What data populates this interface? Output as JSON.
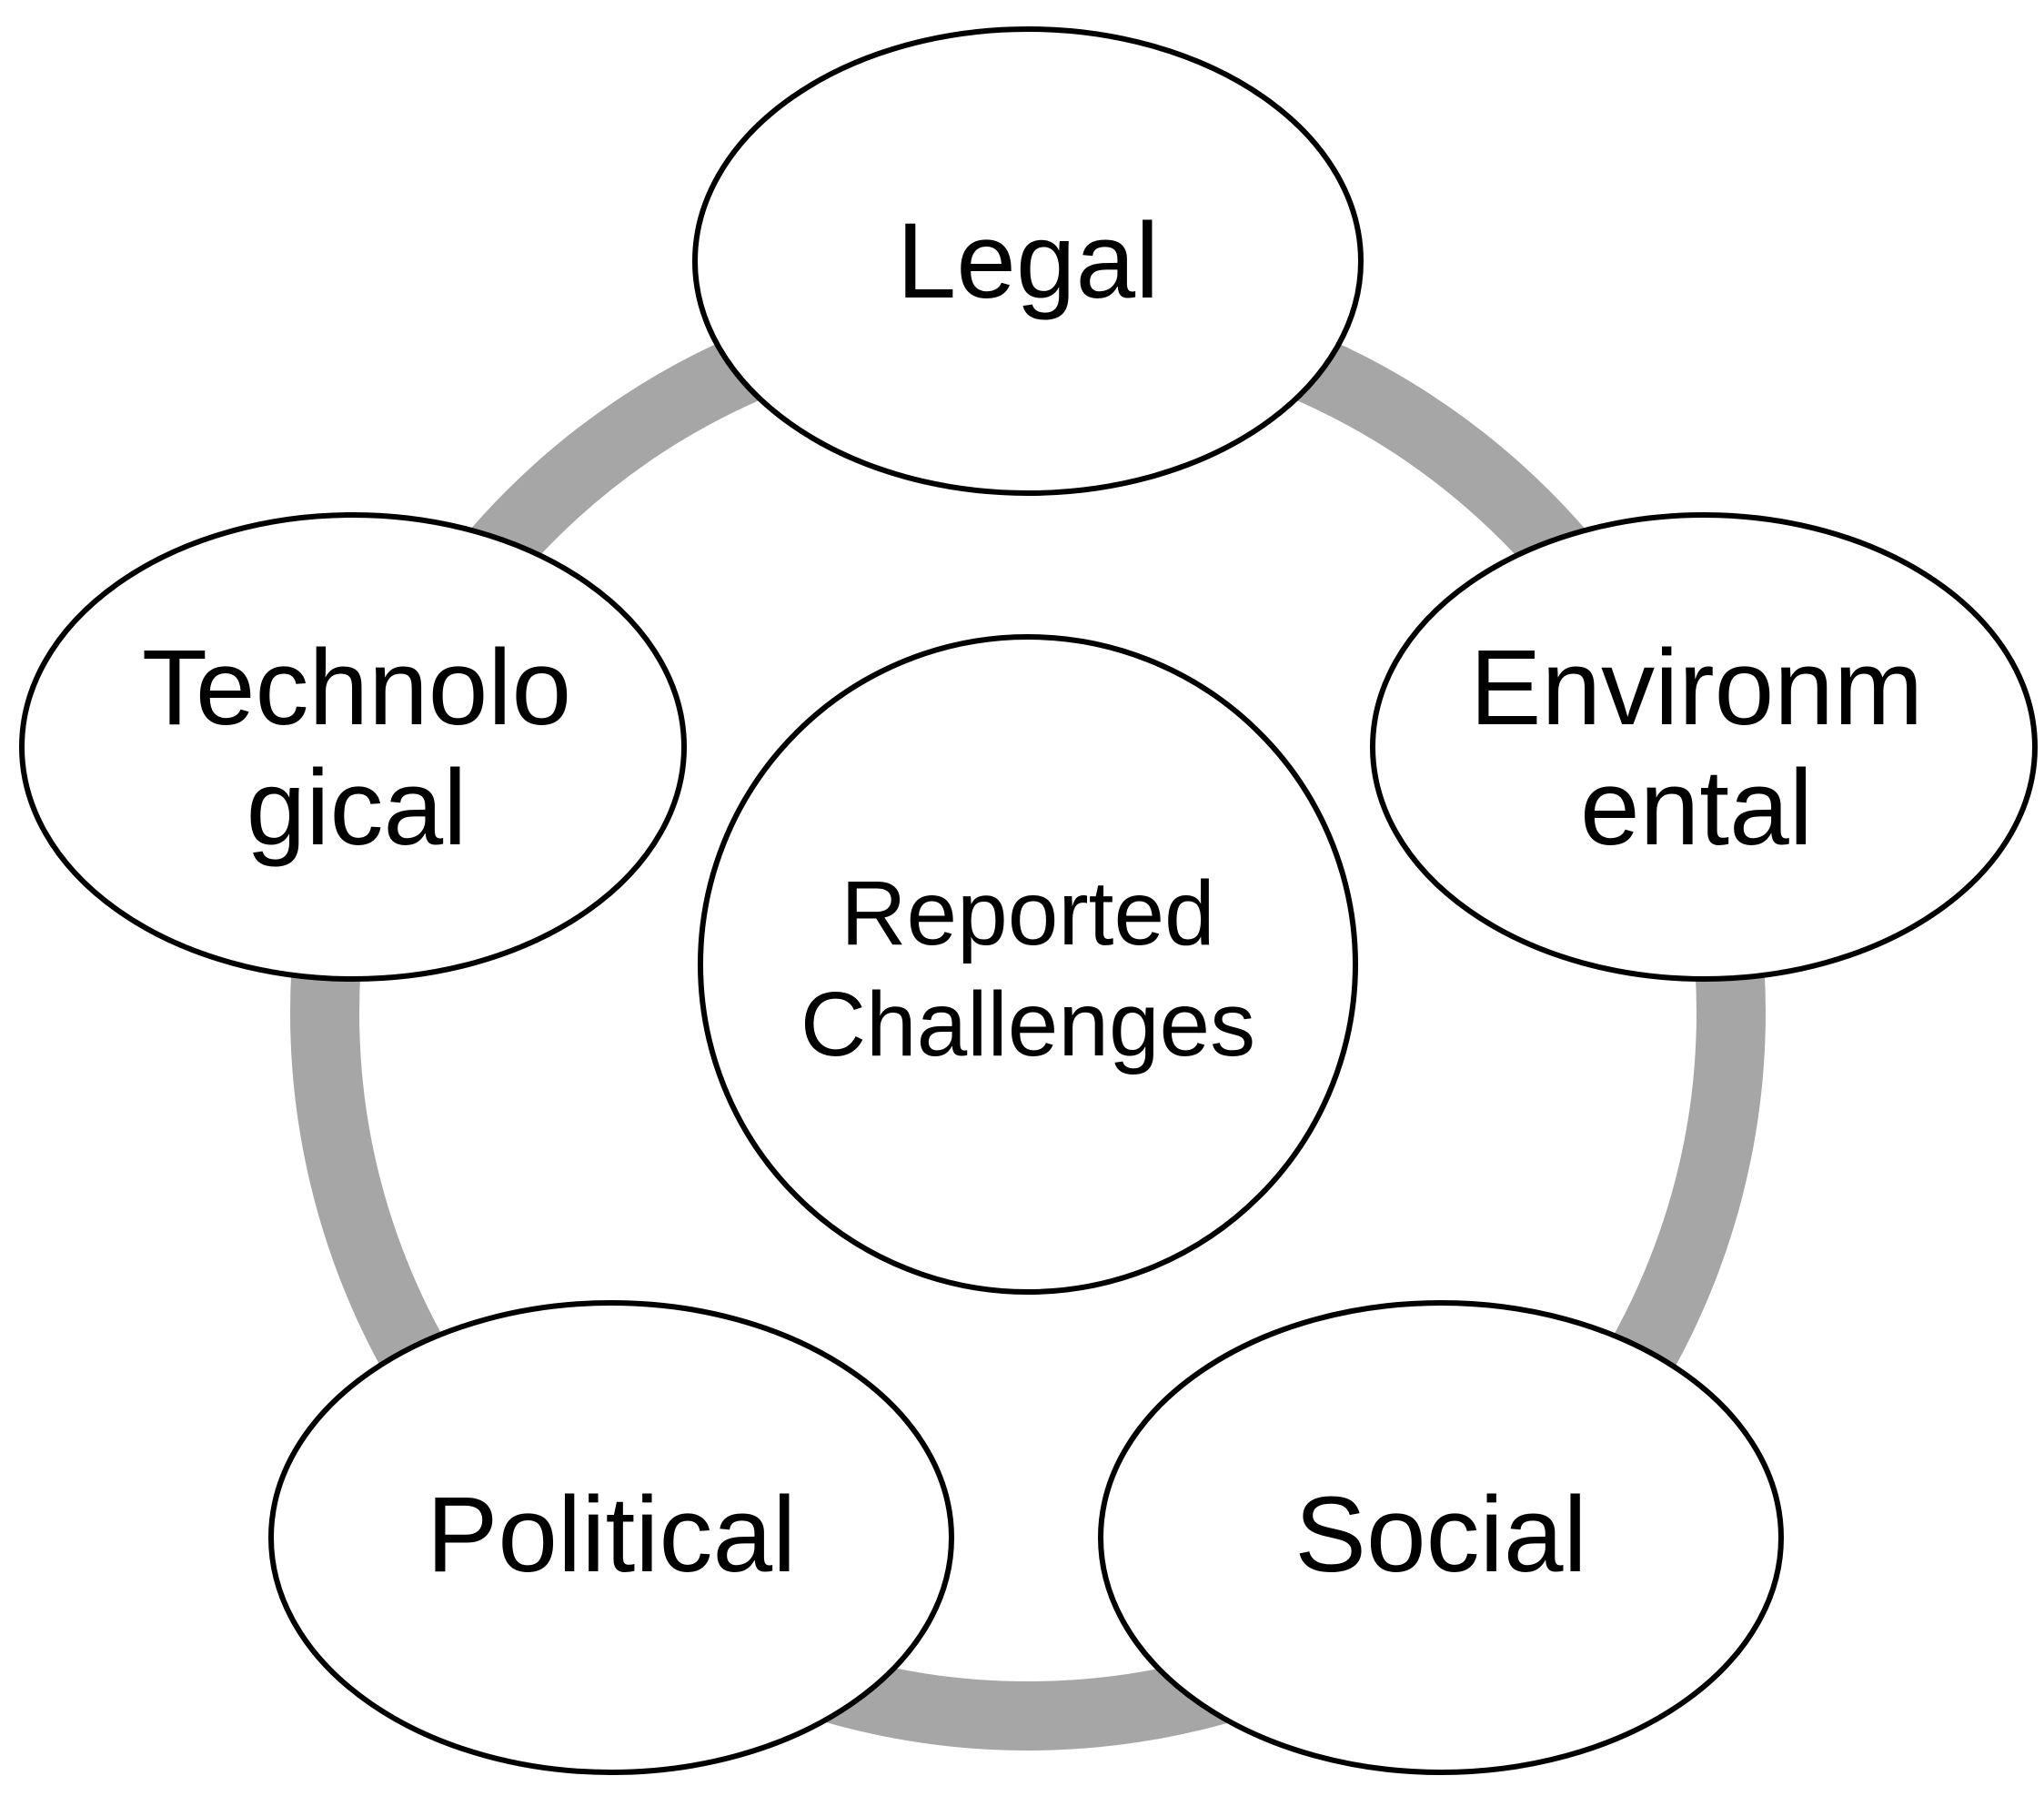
{
  "colors": {
    "ring": "#a6a6a6",
    "outline": "#000000",
    "fill": "#ffffff",
    "text": "#000000"
  },
  "center": {
    "lines": [
      "Reported",
      "Challenges"
    ]
  },
  "nodes": [
    {
      "id": "legal",
      "lines": [
        "Legal"
      ]
    },
    {
      "id": "environmental",
      "lines": [
        "Environm",
        "ental"
      ]
    },
    {
      "id": "social",
      "lines": [
        "Social"
      ]
    },
    {
      "id": "political",
      "lines": [
        "Political"
      ]
    },
    {
      "id": "technological",
      "lines": [
        "Technolo",
        "gical"
      ]
    }
  ]
}
